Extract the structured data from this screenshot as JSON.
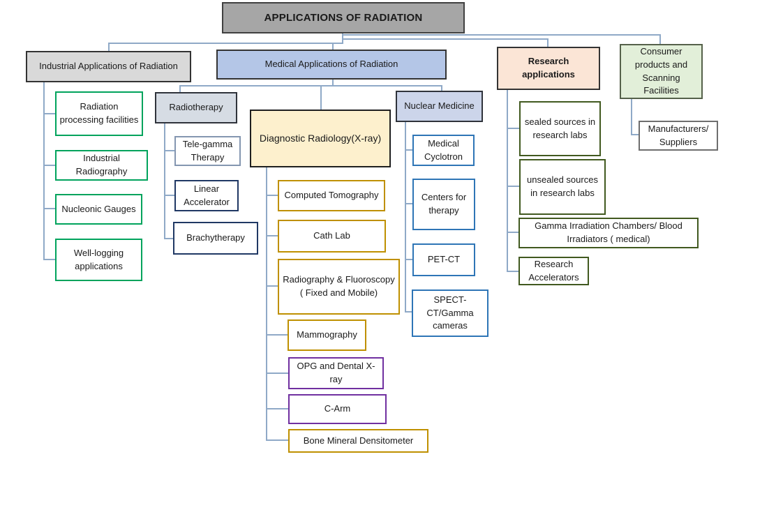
{
  "diagram": {
    "root": {
      "label": "APPLICATIONS OF RADIATION"
    },
    "industrial": {
      "label": "Industrial Applications of Radiation",
      "children": [
        {
          "label": "Radiation processing facilities"
        },
        {
          "label": "Industrial Radiography"
        },
        {
          "label": "Nucleonic Gauges"
        },
        {
          "label": "Well-logging applications"
        }
      ]
    },
    "medical": {
      "label": "Medical Applications of Radiation",
      "radiotherapy": {
        "label": "Radiotherapy",
        "children": [
          {
            "label": "Tele-gamma Therapy"
          },
          {
            "label": "Linear Accelerator"
          },
          {
            "label": "Brachytherapy"
          }
        ]
      },
      "diagnostic_radiology": {
        "label": "Diagnostic Radiology(X-ray)",
        "children": [
          {
            "label": "Computed Tomography"
          },
          {
            "label": "Cath Lab"
          },
          {
            "label": "Radiography & Fluoroscopy ( Fixed and Mobile)"
          },
          {
            "label": "Mammography"
          },
          {
            "label": "OPG and Dental X-ray"
          },
          {
            "label": "C-Arm"
          },
          {
            "label": "Bone Mineral Densitometer"
          }
        ]
      },
      "nuclear_medicine": {
        "label": "Nuclear Medicine",
        "children": [
          {
            "label": "Medical Cyclotron"
          },
          {
            "label": "Centers for therapy"
          },
          {
            "label": "PET-CT"
          },
          {
            "label": "SPECT-CT/Gamma cameras"
          }
        ]
      }
    },
    "research": {
      "label": "Research applications",
      "children": [
        {
          "label": "sealed sources in research labs"
        },
        {
          "label": "unsealed sources in research labs"
        },
        {
          "label": "Gamma Irradiation Chambers/ Blood Irradiators ( medical)"
        },
        {
          "label": "Research Accelerators"
        }
      ]
    },
    "consumer": {
      "label": "Consumer products and Scanning Facilities",
      "children": [
        {
          "label": "Manufacturers/ Suppliers"
        }
      ]
    }
  },
  "colors": {
    "connector": "#8fa9c7",
    "root_fill": "#a6a6a6",
    "industrial_fill": "#d9d9d9",
    "medical_fill": "#b4c6e7",
    "research_fill": "#fbe5d6",
    "consumer_fill": "#e2efd9",
    "radiotherapy_fill": "#d6dce4",
    "diagnostic_fill": "#fdf0cd",
    "nuclear_medicine_fill": "#ccd5ea",
    "green_border": "#00a35c",
    "gold_border": "#bf9000",
    "purple_border": "#7030a0",
    "blue_border": "#2e75b6",
    "navy_border": "#203864",
    "slate_border": "#8496b0",
    "olive_border": "#41591f"
  }
}
